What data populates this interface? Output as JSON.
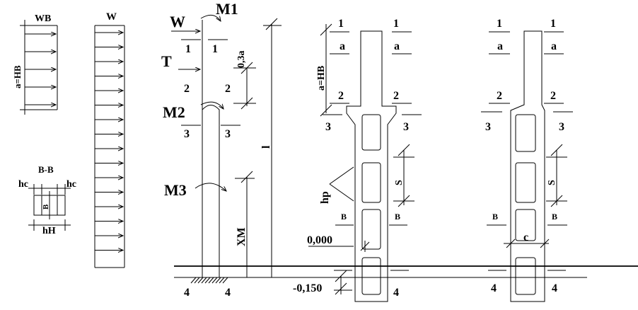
{
  "wind_panel": {
    "wb_label": "WB",
    "w_label": "W",
    "height_label": "a=HB"
  },
  "section_bb": {
    "title": "B-B",
    "hc_left": "hc",
    "hc_right": "hc",
    "b_label": "B",
    "hn_label": "hH"
  },
  "loads": {
    "w": "W",
    "t": "T",
    "m1": "M1",
    "m2": "M2",
    "m3": "M3",
    "offset": "0,3a",
    "xm": "XM",
    "length": "l"
  },
  "sections": {
    "s1": "1",
    "sa": "a",
    "s2": "2",
    "s3": "3",
    "s4": "4",
    "sb": "B"
  },
  "column_labels": {
    "height": "a=HB",
    "hp": "hp",
    "s": "S",
    "c": "c",
    "level_zero": "0,000",
    "level_minus": "-0,150"
  }
}
